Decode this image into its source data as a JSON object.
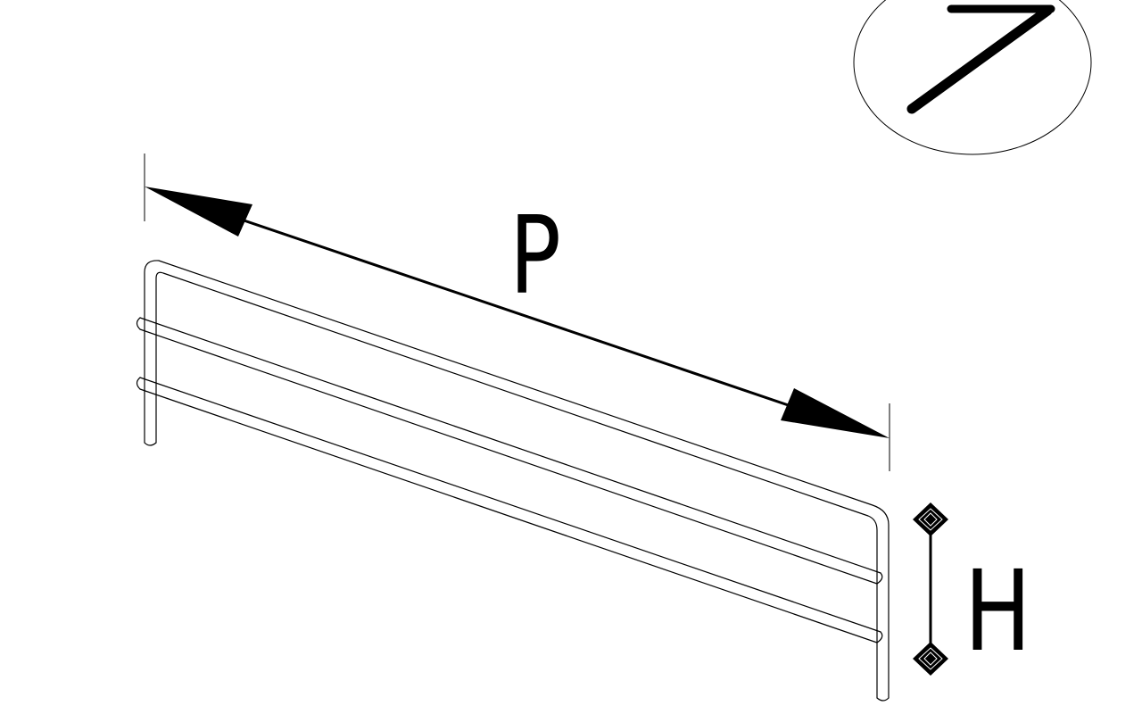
{
  "drawing": {
    "badge_number": "7",
    "dimension_length_label": "P",
    "dimension_height_label": "H"
  },
  "colors": {
    "line": "#000000",
    "background": "#ffffff"
  }
}
